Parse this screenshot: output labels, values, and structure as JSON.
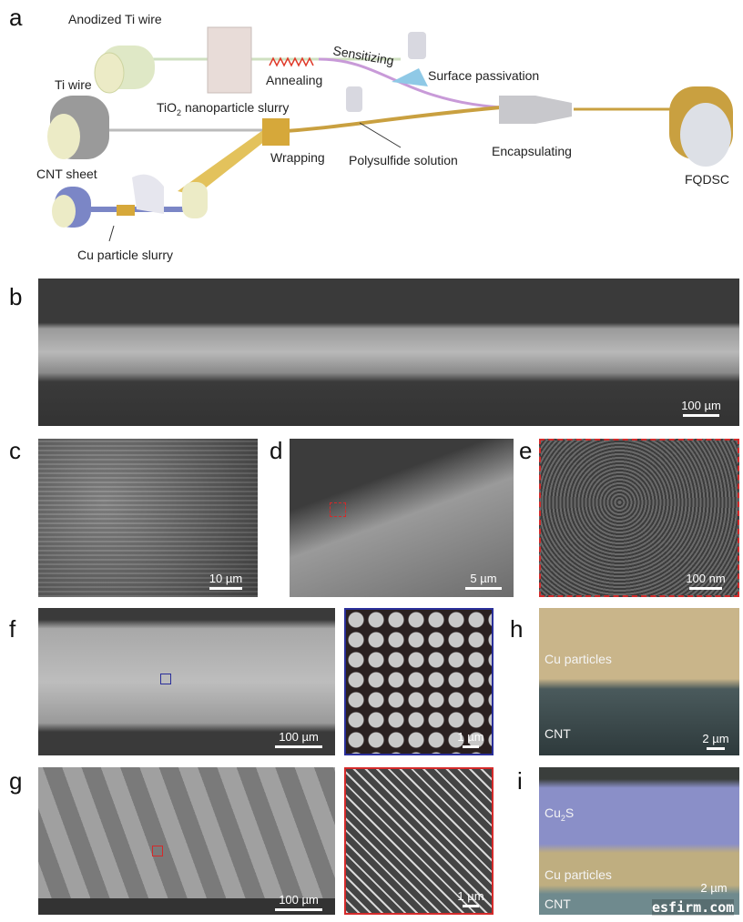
{
  "panels": {
    "a": "a",
    "b": "b",
    "c": "c",
    "d": "d",
    "e": "e",
    "f": "f",
    "g": "g",
    "h": "h",
    "i": "i"
  },
  "schematic": {
    "anodized_ti_wire": "Anodized Ti wire",
    "ti_wire": "Ti wire",
    "cnt_sheet": "CNT sheet",
    "cu_slurry": "Cu particle slurry",
    "tio2_slurry_pre": "TiO",
    "tio2_sub": "2",
    "tio2_slurry_post": " nanoparticle slurry",
    "annealing": "Annealing",
    "sensitizing": "Sensitizing",
    "surface_passivation": "Surface passivation",
    "wrapping": "Wrapping",
    "polysulfide": "Polysulfide solution",
    "encapsulating": "Encapsulating",
    "fqdsc": "FQDSC"
  },
  "scale_bars": {
    "b": "100 µm",
    "c": "10 µm",
    "d": "5 µm",
    "e": "100 nm",
    "f": "100 µm",
    "f_inset": "1 µm",
    "h": "2 µm",
    "g": "100 µm",
    "g_inset": "1 µm",
    "i": "2 µm"
  },
  "annotations": {
    "h_cu": "Cu particles",
    "h_cnt": "CNT",
    "i_cu2s_pre": "Cu",
    "i_cu2s_sub": "2",
    "i_cu2s_post": "S",
    "i_cu": "Cu particles",
    "i_cnt": "CNT"
  },
  "watermark": "esfirm.com",
  "colors": {
    "gold": "#d9b44a",
    "blue_box": "#2a2f9a",
    "red_box": "#d42a2a",
    "cu2s": "#8a8fc8"
  }
}
